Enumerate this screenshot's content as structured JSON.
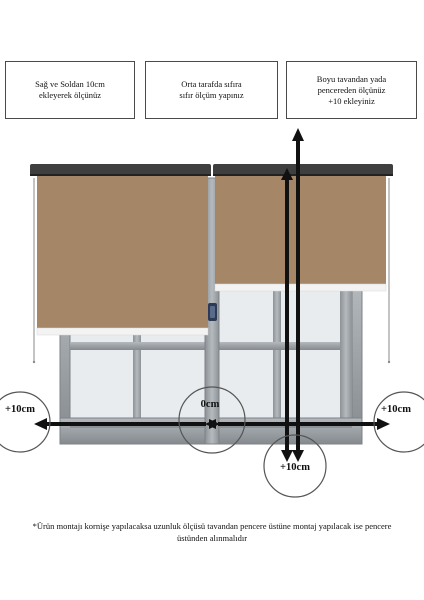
{
  "instructions": {
    "left_box": "Sağ ve Soldan 10cm\nekleyerek ölçünüz",
    "middle_box": "Orta tarafda sıfıra\nsıfır ölçüm yapınız",
    "right_box": "Boyu tavandan yada\npencereden  ölçünüz\n+10 ekleyiniz"
  },
  "measurements": {
    "left": "+10cm",
    "center": "0cm",
    "right": "+10cm",
    "bottom": "+10cm"
  },
  "footnote": "*Ürün montajı kornişe yapılacaksa uzunluk ölçüsü  tavandan pencere üstüne montaj yapılacak ise pencere üstünden alınmalıdır",
  "colors": {
    "blind_fabric": "#a58768",
    "cassette": "#3f3f3f",
    "window_frame": "#9ea3a8",
    "glass": "#eef0f1",
    "arrow": "#111111"
  }
}
